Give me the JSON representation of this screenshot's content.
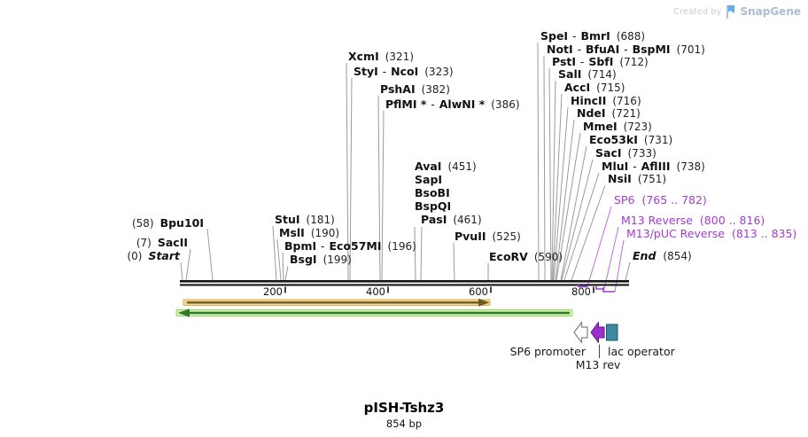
{
  "watermark": {
    "created_by": "Created by",
    "brand": "SnapGene"
  },
  "plasmid": {
    "name": "pISH-Tshz3",
    "length": "854 bp"
  },
  "ruler": {
    "ticks": [
      "200",
      "400",
      "600",
      "800"
    ]
  },
  "boundaries": {
    "start": {
      "num": "(0)",
      "name": "Start"
    },
    "end": {
      "name": "End",
      "num": "(854)"
    }
  },
  "enzymes": [
    {
      "num": "(58)",
      "name": "Bpu10I"
    },
    {
      "num": "(7)",
      "name": "SacII"
    },
    {
      "name": "StuI",
      "num": "(181)"
    },
    {
      "name": "MslI",
      "num": "(190)"
    },
    {
      "name": "BpmI - Eco57MI",
      "num": "(196)"
    },
    {
      "name": "BsgI",
      "num": "(199)"
    },
    {
      "name": "XcmI",
      "num": "(321)"
    },
    {
      "name": "StyI - NcoI",
      "num": "(323)"
    },
    {
      "name": "PshAI",
      "num": "(382)"
    },
    {
      "name": "PflMI * - AlwNI *",
      "num": "(386)"
    },
    {
      "name": "AvaI",
      "num": "(451)"
    },
    {
      "name": "SapI",
      "num": ""
    },
    {
      "name": "BsoBI",
      "num": ""
    },
    {
      "name": "BspQI",
      "num": ""
    },
    {
      "name": "PasI",
      "num": "(461)"
    },
    {
      "name": "PvuII",
      "num": "(525)"
    },
    {
      "name": "EcoRV",
      "num": "(590)"
    },
    {
      "name": "SpeI - BmrI",
      "num": "(688)"
    },
    {
      "name": "NotI - BfuAI - BspMI",
      "num": "(701)"
    },
    {
      "name": "PstI - SbfI",
      "num": "(712)"
    },
    {
      "name": "SalI",
      "num": "(714)"
    },
    {
      "name": "AccI",
      "num": "(715)"
    },
    {
      "name": "HincII",
      "num": "(716)"
    },
    {
      "name": "NdeI",
      "num": "(721)"
    },
    {
      "name": "MmeI",
      "num": "(723)"
    },
    {
      "name": "Eco53kI",
      "num": "(731)"
    },
    {
      "name": "SacI",
      "num": "(733)"
    },
    {
      "name": "MluI - AflIII",
      "num": "(738)"
    },
    {
      "name": "NsiI",
      "num": "(751)"
    }
  ],
  "primers": [
    {
      "name": "SP6",
      "range": "(765 .. 782)"
    },
    {
      "name": "M13 Reverse",
      "range": "(800 .. 816)"
    },
    {
      "name": "M13/pUC Reverse",
      "range": "(813 .. 835)"
    }
  ],
  "features": [
    {
      "label": "SP6 promoter",
      "icon": "promoter-arrow-white"
    },
    {
      "label": "M13 rev",
      "icon": "primer-arrow-purple"
    },
    {
      "label": "lac operator",
      "icon": "operator-box-teal"
    }
  ],
  "colors": {
    "primer_purple": "#A43BCE",
    "primer_leader": "#BE6BDD",
    "leader_gray": "#9A9A9A",
    "backbone": "#161616",
    "orange_fill": "#F8D68D",
    "orange_stroke": "#E2AB49",
    "orange_arrow": "#6B5D27",
    "green_fill": "#CDF0A6",
    "green_stroke": "#96DB67",
    "green_arrow": "#2E7A2E",
    "teal_fill": "#3D89A1",
    "teal_stroke": "#1D5968",
    "purple_arrow_fill": "#9D2FD1",
    "purple_arrow_stroke": "#61187F",
    "white_arrow_stroke": "#808080",
    "feature_leader": "#444444"
  }
}
